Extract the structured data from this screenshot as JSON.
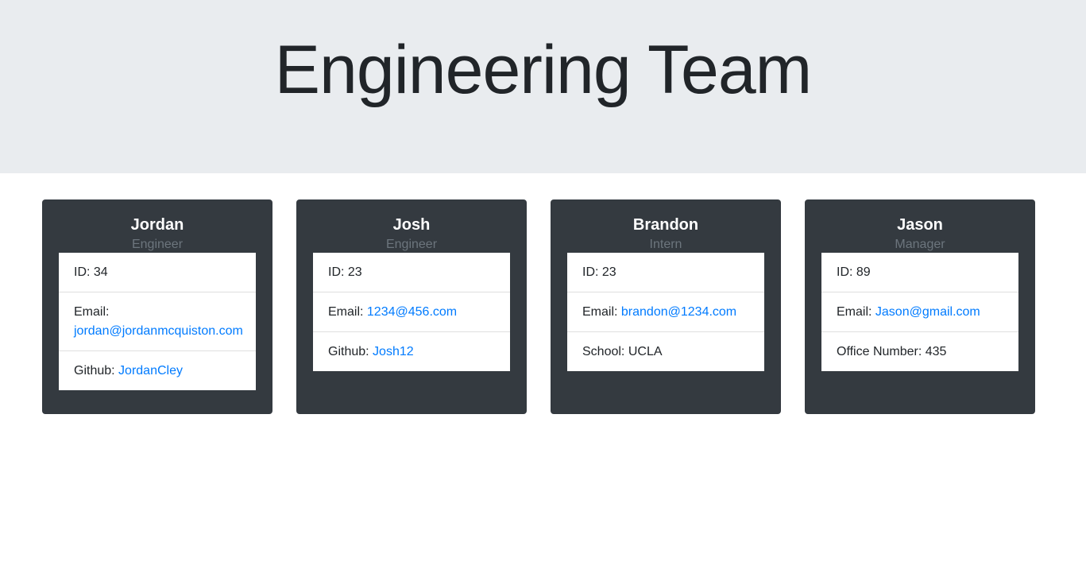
{
  "header": {
    "title": "Engineering Team"
  },
  "cards": [
    {
      "name": "Jordan",
      "role": "Engineer",
      "id_label": "ID:",
      "id_value": "34",
      "email_label": "Email:",
      "email_value": "jordan@jordanmcquiston.com",
      "extra_label": "Github:",
      "extra_value": "JordanCley"
    },
    {
      "name": "Josh",
      "role": "Engineer",
      "id_label": "ID:",
      "id_value": "23",
      "email_label": "Email:",
      "email_value": "1234@456.com",
      "extra_label": "Github:",
      "extra_value": "Josh12"
    },
    {
      "name": "Brandon",
      "role": "Intern",
      "id_label": "ID:",
      "id_value": "23",
      "email_label": "Email:",
      "email_value": "brandon@1234.com",
      "extra_label": "School:",
      "extra_value": "UCLA"
    },
    {
      "name": "Jason",
      "role": "Manager",
      "id_label": "ID:",
      "id_value": "89",
      "email_label": "Email:",
      "email_value": "Jason@gmail.com",
      "extra_label": "Office Number:",
      "extra_value": "435"
    }
  ],
  "colors": {
    "header_bg": "#e9ecef",
    "card_bg": "#343a40",
    "link": "#007bff",
    "subtitle": "#6c757d"
  }
}
